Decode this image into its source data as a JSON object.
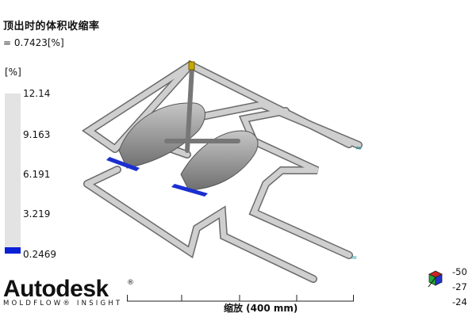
{
  "header": {
    "title": "顶出时的体积收缩率",
    "value": "= 0.7423[%]"
  },
  "legend": {
    "unit": "[%]",
    "ticks": [
      "12.14",
      "9.163",
      "6.191",
      "3.219",
      "0.2469"
    ],
    "colors": {
      "bar": "#e3e3e3",
      "minimum": "#0a20d8"
    }
  },
  "scale": {
    "label": "缩放 (400 mm)"
  },
  "logo": {
    "brand": "Autodesk",
    "registered": "®",
    "product": "MOLDFLOW® INSIGHT"
  },
  "view": {
    "coords": [
      "-50",
      "-27",
      "-24"
    ]
  },
  "colors": {
    "pipe": "#b0b0b0",
    "part": "#9a9a9a",
    "gate": "#c8a800",
    "inlet": "#2a9a9a"
  }
}
